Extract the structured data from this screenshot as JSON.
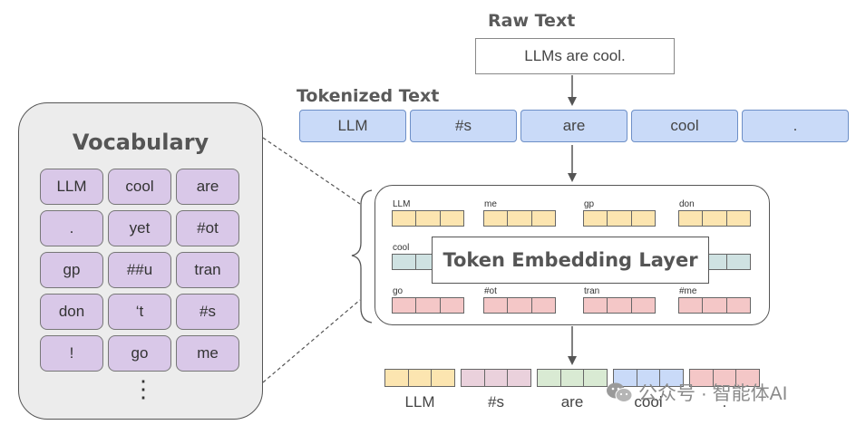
{
  "raw_text": {
    "heading": "Raw Text",
    "sentence": "LLMs are cool."
  },
  "tokenized": {
    "heading": "Tokenized Text",
    "tokens": [
      "LLM",
      "#s",
      "are",
      "cool",
      "."
    ]
  },
  "vocabulary": {
    "title": "Vocabulary",
    "rows": [
      [
        "LLM",
        "cool",
        "are"
      ],
      [
        ".",
        "yet",
        "#ot"
      ],
      [
        "gp",
        "##u",
        "tran"
      ],
      [
        "don",
        "‘t",
        "#s"
      ],
      [
        "!",
        "go",
        "me"
      ]
    ],
    "more": "⋮"
  },
  "embedding_layer": {
    "title": "Token Embedding Layer",
    "rows": [
      [
        "LLM",
        "me",
        "gp",
        "don"
      ],
      [
        "cool",
        "",
        "",
        ""
      ],
      [
        "go",
        "#ot",
        "tran",
        "#me"
      ]
    ],
    "colors": {
      "yellow": "#fce5b0",
      "teal": "#cfe2e2",
      "red": "#f4c7c7"
    }
  },
  "output": {
    "labels": [
      "LLM",
      "#s",
      "are",
      "cool",
      "."
    ],
    "colors": [
      "#fce5b0",
      "#ead1dc",
      "#d9ead3",
      "#c9daf8",
      "#f4c7c7"
    ]
  },
  "watermark": {
    "text": "公众号 · 智能体AI",
    "icon": "wechat-icon"
  }
}
